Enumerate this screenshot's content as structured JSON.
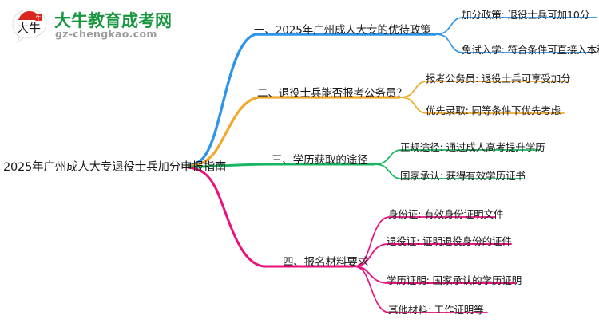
{
  "logo": {
    "mark_text": "大牛",
    "name_zh": "大牛教育成考网",
    "domain": "gz-chengkao.com",
    "brand_green": "#1a9640",
    "brand_red": "#d9251d",
    "domain_color": "#9b9b9b"
  },
  "mindmap": {
    "root": {
      "label": "2025年广州成人大专退役士兵加分申报指南"
    },
    "branches": [
      {
        "label": "一、2025年广州成人大专的优待政策",
        "color": "#2f95e8",
        "children": [
          {
            "label": "加分政策: 退役士兵可加10分"
          },
          {
            "label": "免试入学: 符合条件可直接入本科"
          }
        ]
      },
      {
        "label": "二、退役士兵能否报考公务员？",
        "color": "#f0a92a",
        "children": [
          {
            "label": "报考公务员: 退役士兵可享受加分"
          },
          {
            "label": "优先录取: 同等条件下优先考虑"
          }
        ]
      },
      {
        "label": "三、学历获取的途径",
        "color": "#18b663",
        "children": [
          {
            "label": "正规途径: 通过成人高考提升学历"
          },
          {
            "label": "国家承认: 获得有效学历证书"
          }
        ]
      },
      {
        "label": "四、报名材料要求",
        "color": "#ec0f7e",
        "children": [
          {
            "label": "身份证: 有效身份证明文件"
          },
          {
            "label": "退役证: 证明退役身份的证件"
          },
          {
            "label": "学历证明: 国家承认的学历证明"
          },
          {
            "label": "其他材料: 工作证明等"
          }
        ]
      }
    ]
  }
}
